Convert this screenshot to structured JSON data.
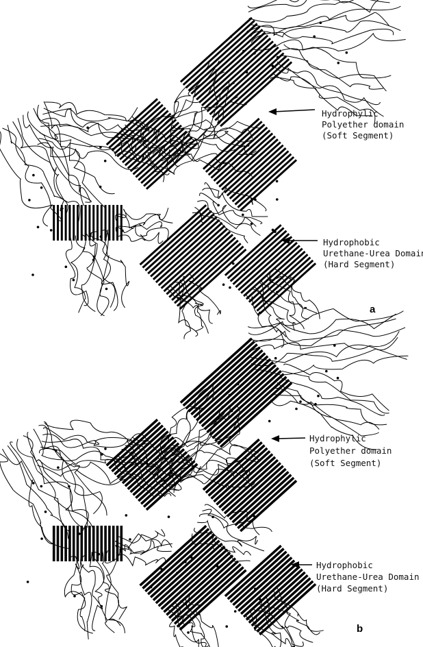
{
  "figure": {
    "panels": [
      {
        "letter": "a",
        "soft_label": [
          "Hydrophylic",
          "Polyether domain",
          "(Soft Segment)"
        ],
        "hard_label": [
          "Hydrophobic",
          "Urethane-Urea Domain",
          "(Hard Segment)"
        ]
      },
      {
        "letter": "b",
        "soft_label": [
          "Hydrophylic",
          "Polyether domain",
          "(Soft Segment)"
        ],
        "hard_label": [
          "Hydrophobic",
          "Urethane-Urea Domain",
          "(Hard Segment)"
        ]
      }
    ],
    "colors": {
      "ink": "#000000",
      "background": "#ffffff"
    }
  }
}
